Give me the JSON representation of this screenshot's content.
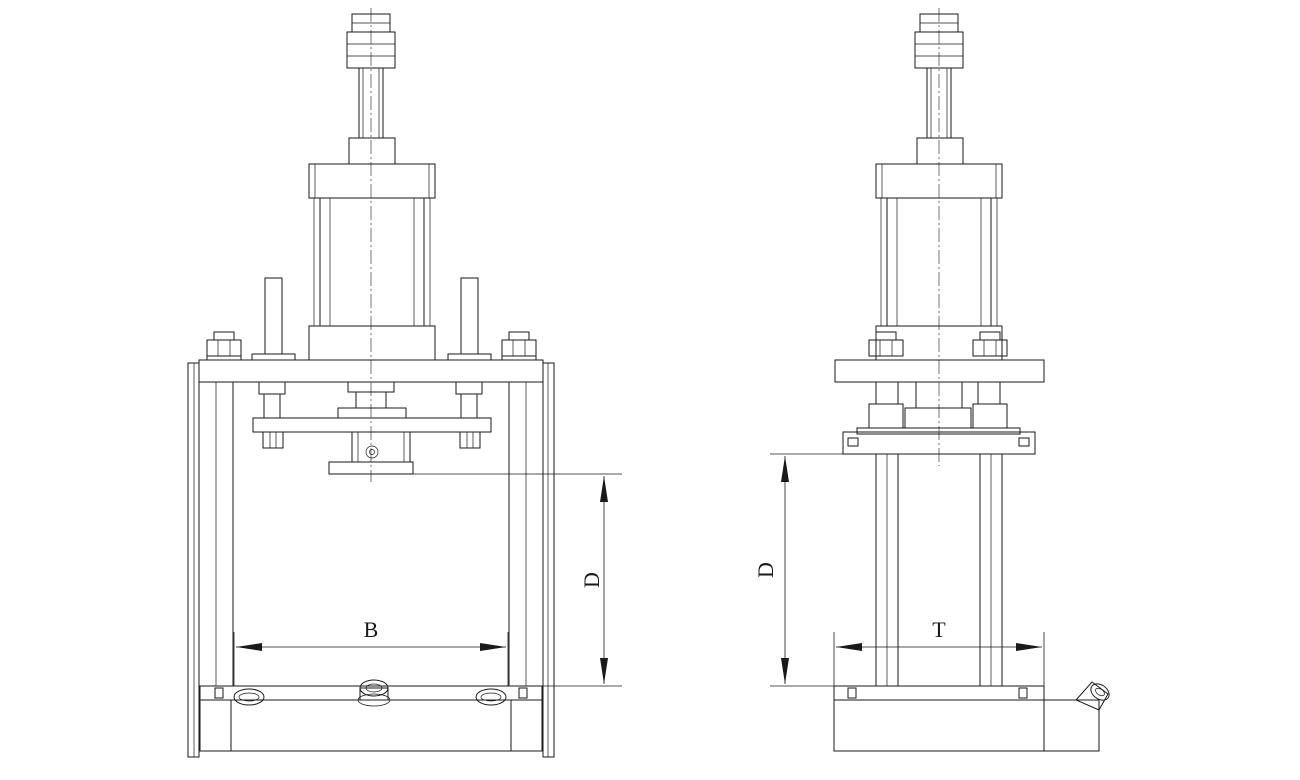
{
  "drawing": {
    "views": [
      {
        "name": "front-view",
        "labels": {
          "width": "B",
          "depth": "D"
        }
      },
      {
        "name": "side-view",
        "labels": {
          "width": "T",
          "depth": "D"
        }
      }
    ]
  }
}
